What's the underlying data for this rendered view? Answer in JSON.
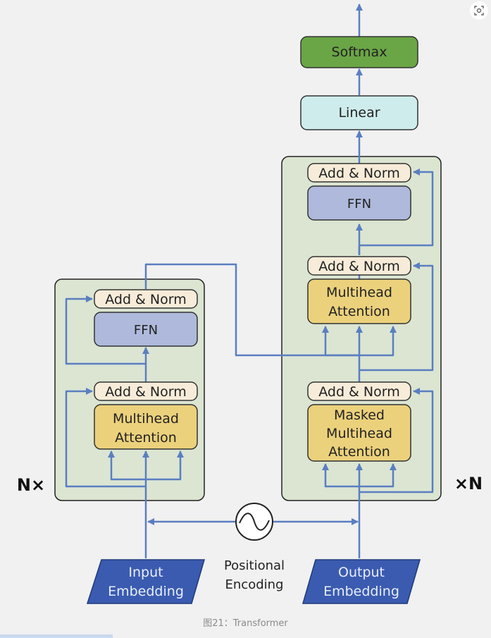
{
  "encoder": {
    "add_norm_top": "Add & Norm",
    "ffn": "FFN",
    "add_norm_bottom": "Add & Norm",
    "attention_line1": "Multihead",
    "attention_line2": "Attention",
    "repeat_label": "N×"
  },
  "decoder": {
    "add_norm_top": "Add & Norm",
    "ffn": "FFN",
    "add_norm_mid": "Add & Norm",
    "cross_attention_line1": "Multihead",
    "cross_attention_line2": "Attention",
    "add_norm_bottom": "Add & Norm",
    "masked_line1": "Masked",
    "masked_line2": "Multihead",
    "masked_line3": "Attention",
    "repeat_label": "×N"
  },
  "head": {
    "linear": "Linear",
    "softmax": "Softmax"
  },
  "inputs": {
    "input_line1": "Input",
    "input_line2": "Embedding",
    "output_line1": "Output",
    "output_line2": "Embedding",
    "positional_line1": "Positional",
    "positional_line2": "Encoding"
  },
  "caption": "图21：Transformer",
  "colors": {
    "block_bg": "#dbe5d2",
    "add_norm": "#f7ecd9",
    "ffn": "#aeb9db",
    "attention": "#ecd17c",
    "linear": "#cfecec",
    "softmax": "#6aa546",
    "embedding": "#3b5bb0",
    "arrow": "#5b7ec1"
  }
}
